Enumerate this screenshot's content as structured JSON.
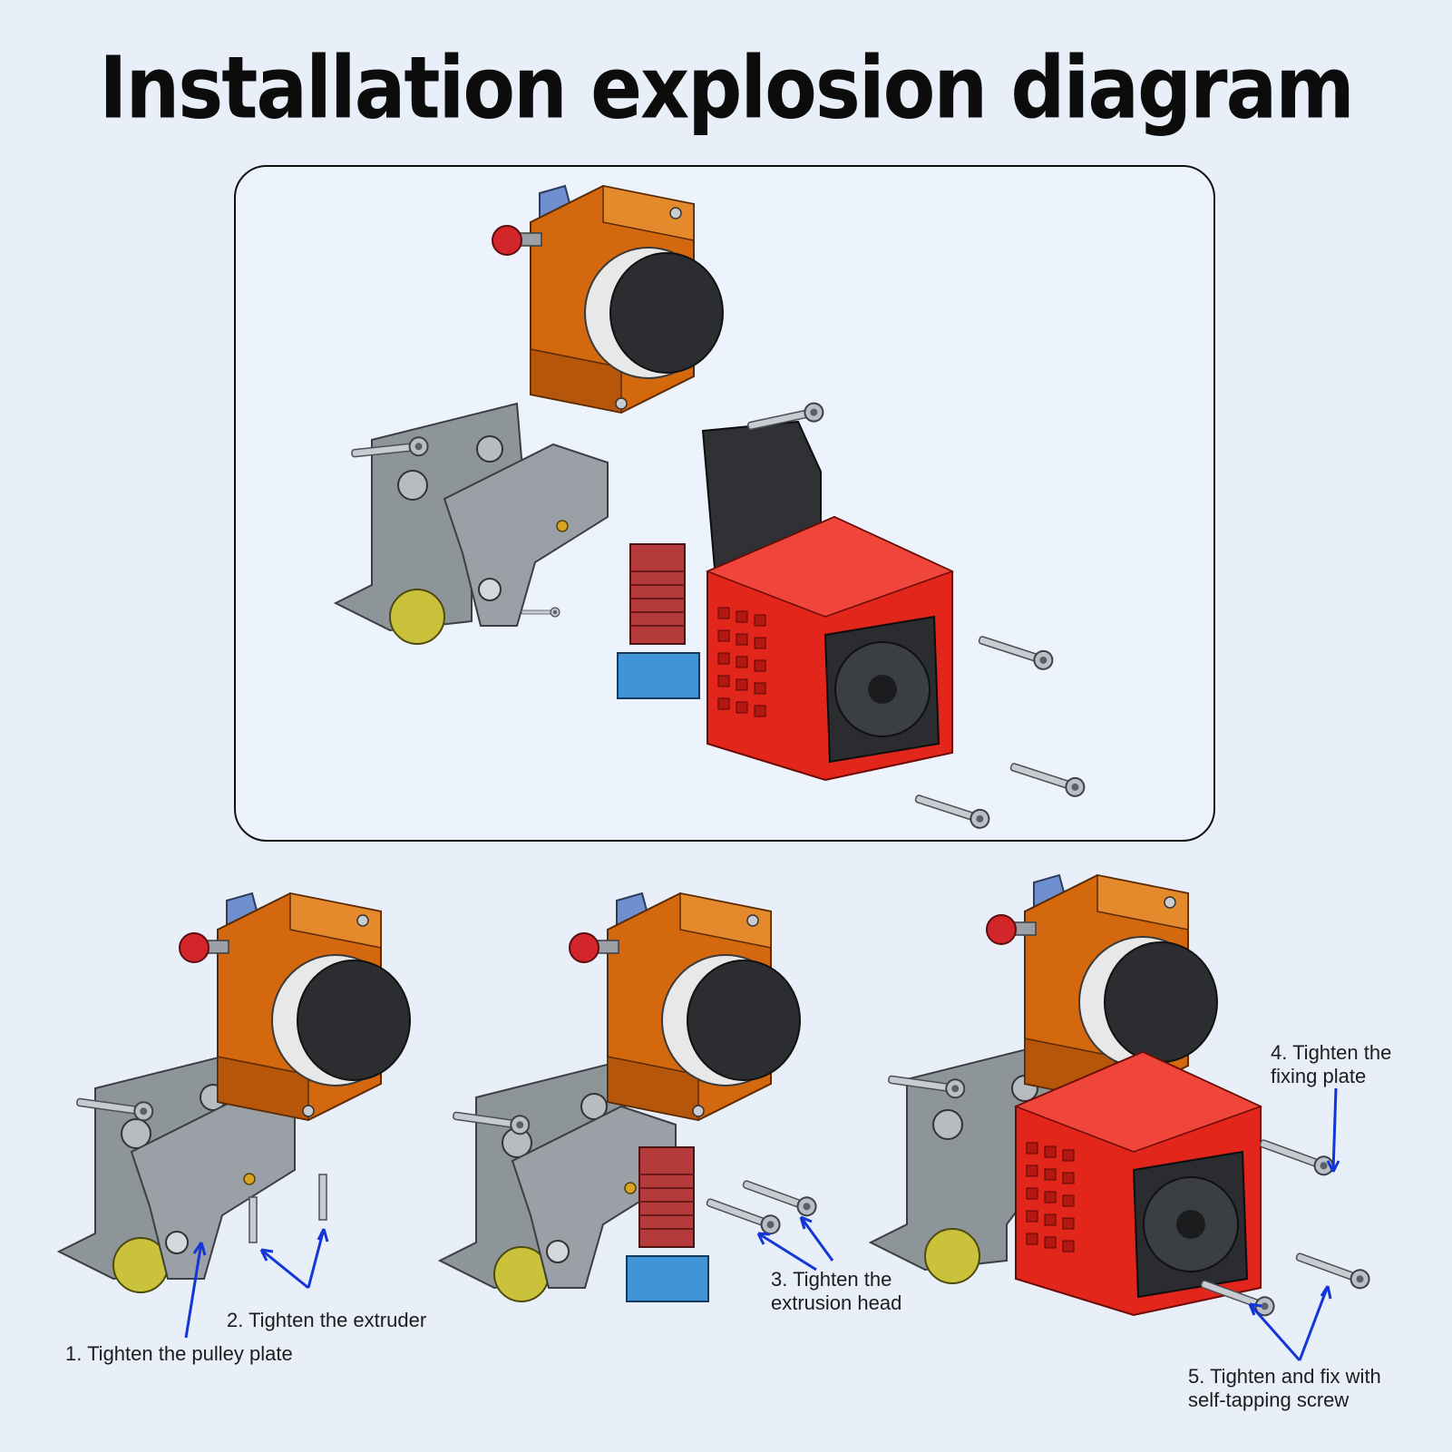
{
  "title": "Installation explosion diagram",
  "colors": {
    "background": "#e8eff9",
    "orange_body": "#d4680e",
    "red_shroud": "#e3261b",
    "grey_plate": "#8e9599",
    "blue_block": "#3f95d7",
    "motor": "#2b2d30",
    "arrow": "#1236d8"
  },
  "steps": [
    {
      "label": "1. Tighten the pulley plate"
    },
    {
      "label": "2. Tighten the extruder"
    },
    {
      "label_line1": "3. Tighten the",
      "label_line2": "extrusion head"
    },
    {
      "label_line1": "4. Tighten the",
      "label_line2": "fixing plate"
    },
    {
      "label_line1": "5. Tighten and fix with",
      "label_line2": "self-tapping screw"
    }
  ]
}
